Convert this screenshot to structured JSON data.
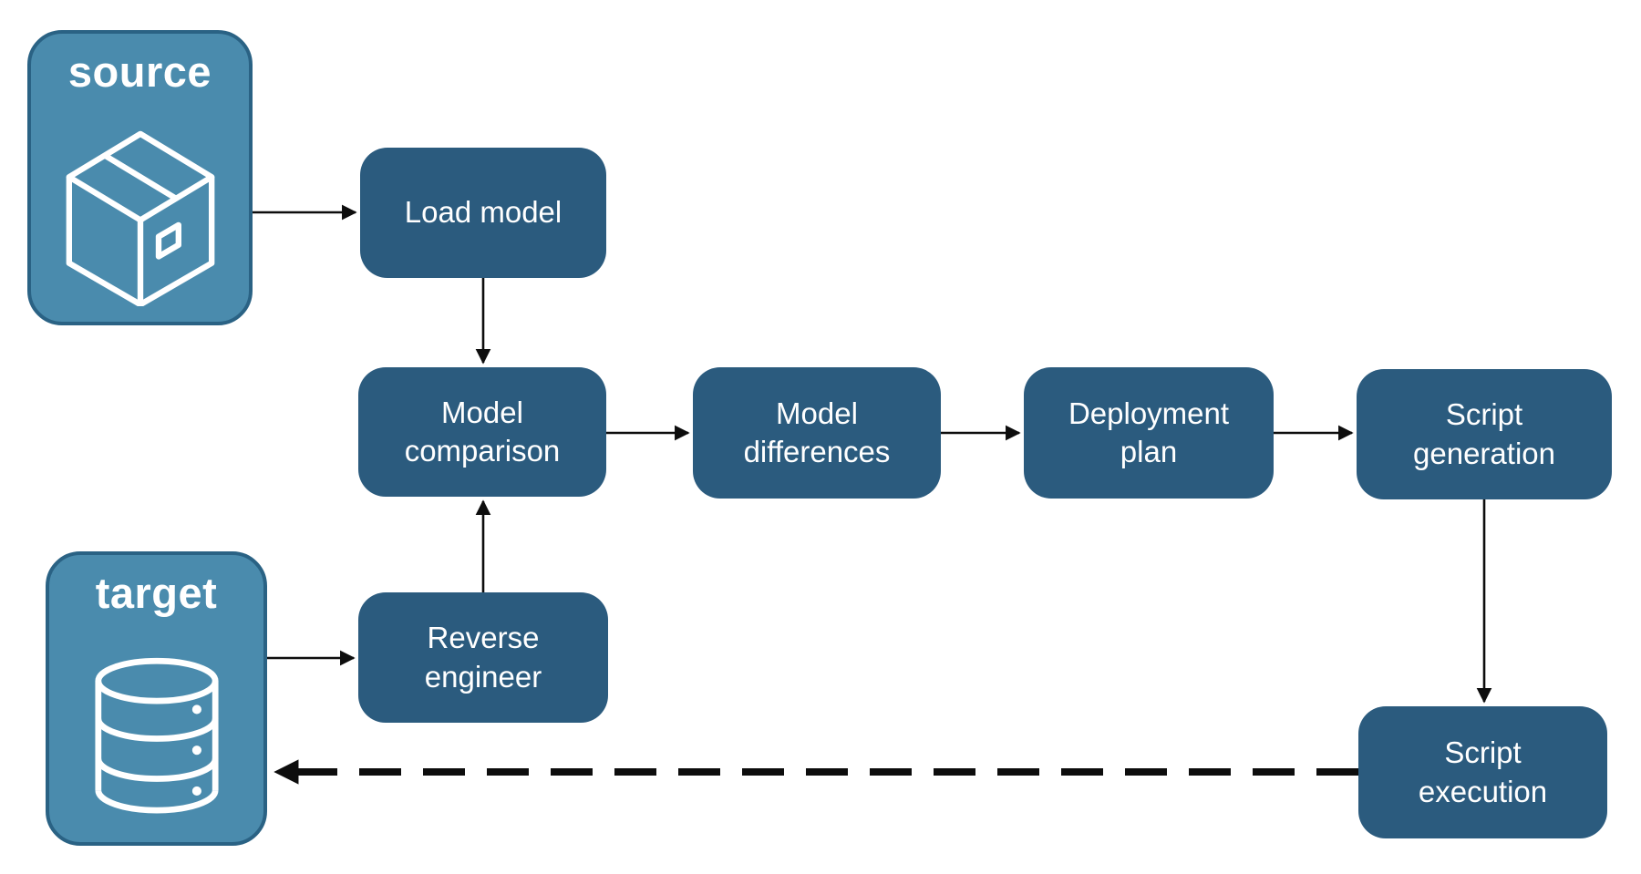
{
  "colors": {
    "background": "#FFFFFF",
    "container_fill": "#4A8BAD",
    "container_border": "#2A6284",
    "node_fill": "#2B5B7E",
    "label_text": "#FFFFFF",
    "arrow": "#0D0D0D"
  },
  "containers": {
    "source": {
      "label": "source",
      "icon": "package-icon"
    },
    "target": {
      "label": "target",
      "icon": "database-icon"
    }
  },
  "nodes": {
    "load_model": {
      "label": "Load model"
    },
    "model_comparison": {
      "label": "Model comparison"
    },
    "model_differences": {
      "label": "Model differences"
    },
    "deployment_plan": {
      "label": "Deployment plan"
    },
    "script_generation": {
      "label": "Script generation"
    },
    "reverse_engineer": {
      "label": "Reverse engineer"
    },
    "script_execution": {
      "label": "Script execution"
    }
  },
  "edges": [
    {
      "from": "source",
      "to": "load_model",
      "style": "solid"
    },
    {
      "from": "load_model",
      "to": "model_comparison",
      "style": "solid"
    },
    {
      "from": "model_comparison",
      "to": "model_differences",
      "style": "solid"
    },
    {
      "from": "model_differences",
      "to": "deployment_plan",
      "style": "solid"
    },
    {
      "from": "deployment_plan",
      "to": "script_generation",
      "style": "solid"
    },
    {
      "from": "script_generation",
      "to": "script_execution",
      "style": "solid"
    },
    {
      "from": "target",
      "to": "reverse_engineer",
      "style": "solid"
    },
    {
      "from": "reverse_engineer",
      "to": "model_comparison",
      "style": "solid"
    },
    {
      "from": "script_execution",
      "to": "target",
      "style": "dashed"
    }
  ]
}
